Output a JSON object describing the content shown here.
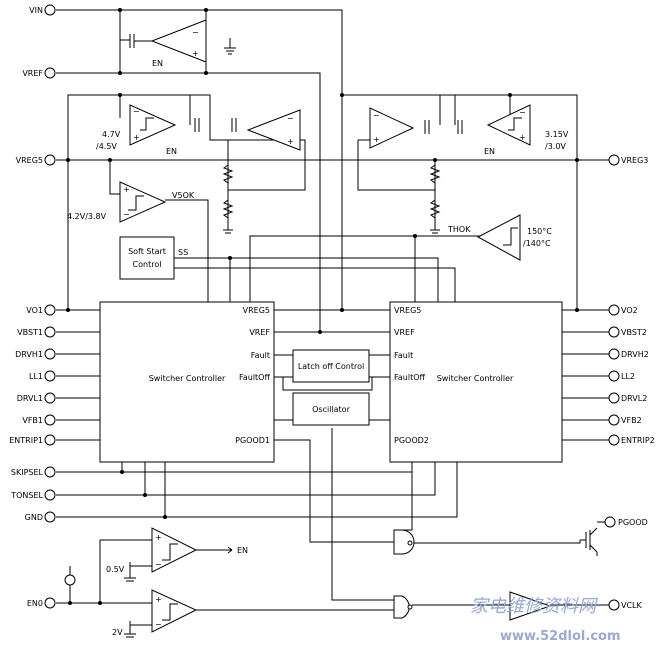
{
  "pins_left": [
    "VIN",
    "VREF",
    "VREG5",
    "VO1",
    "VBST1",
    "DRVH1",
    "LL1",
    "DRVL1",
    "VFB1",
    "ENTRIP1",
    "SKIPSEL",
    "TONSEL",
    "GND",
    "EN0"
  ],
  "pins_right": [
    "VREG3",
    "VO2",
    "VBST2",
    "DRVH2",
    "LL2",
    "DRVL2",
    "VFB2",
    "ENTRIP2",
    "PGOOD",
    "VCLK"
  ],
  "blocks": {
    "ctrl1": {
      "title": "Switcher Controller",
      "vreg5": "VREG5",
      "vref": "VREF",
      "fault": "Fault",
      "faultoff": "FaultOff",
      "pgood": "PGOOD1"
    },
    "ctrl2": {
      "title": "Switcher Controller",
      "vreg5": "VREG5",
      "vref": "VREF",
      "fault": "Fault",
      "faultoff": "FaultOff",
      "pgood": "PGOOD2"
    },
    "latch": "Latch off Control",
    "osc": "Oscillator",
    "softstart": [
      "Soft Start",
      "Control"
    ],
    "ss": "SS"
  },
  "labels": {
    "en_top": "EN",
    "en_l": "EN",
    "en_r": "EN",
    "en_out": "EN",
    "th1": "4.7V",
    "th2": "/4.5V",
    "th3": "3.15V",
    "th4": "/3.0V",
    "uv": "4.2V/3.8V",
    "v5ok": "V5OK",
    "thok": "THOK",
    "t1": "150°C",
    "t2": "/140°C",
    "ref1": "0.5V",
    "ref2": "2V"
  },
  "watermark": {
    "cn": "家电维修资料网",
    "url": "www.52dlol.com"
  }
}
